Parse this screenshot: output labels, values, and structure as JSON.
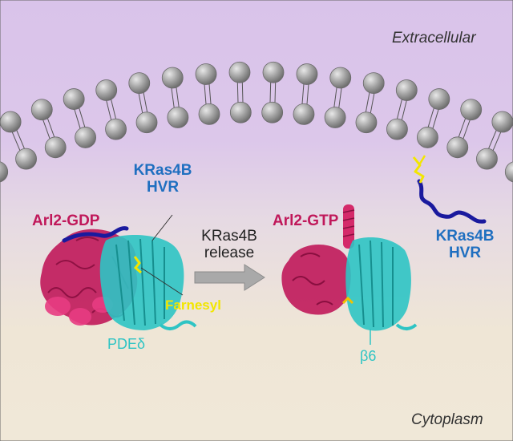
{
  "regions": {
    "extracellular": "Extracellular",
    "cytoplasm": "Cytoplasm"
  },
  "labels": {
    "arl2_gdp": "Arl2-GDP",
    "hvr_top_line1": "KRas4B",
    "hvr_top_line2": "HVR",
    "release_line1": "KRas4B",
    "release_line2": "release",
    "farnesyl": "Farnesyl",
    "pde_delta": "PDEδ",
    "arl2_gtp": "Arl2-GTP",
    "beta6": "β6",
    "hvr_right_line1": "KRas4B",
    "hvr_right_line2": "HVR"
  },
  "colors": {
    "extracellular_bg": "#dcc8ea",
    "cytoplasm_bg": "#efe6d6",
    "lipid_head": "#9e9e9e",
    "arl2": "#c0185a",
    "pde_delta": "#2ec4c4",
    "hvr": "#1a1a9e",
    "farnesyl": "#f2e600",
    "label_blue": "#1f6fc0",
    "arrow": "#a9a9a9"
  }
}
